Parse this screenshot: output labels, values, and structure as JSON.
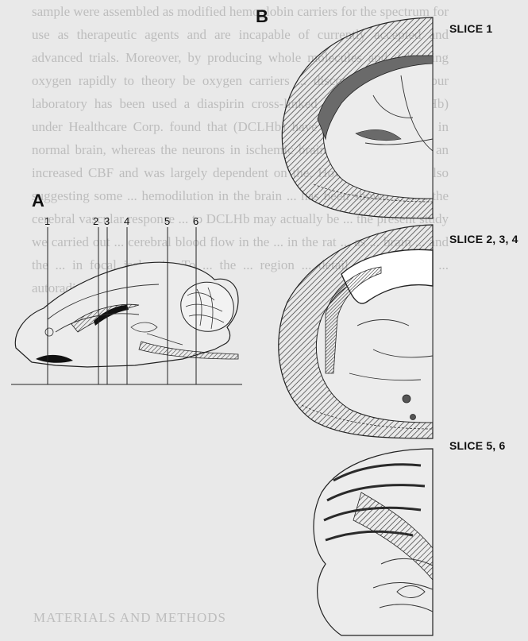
{
  "figure": {
    "panel_a_label": "A",
    "panel_b_label": "B",
    "section_line_numbers": [
      "1",
      "2",
      "3",
      "4",
      "5",
      "6"
    ],
    "slice_labels": [
      "SLICE 1",
      "SLICE 2, 3, 4",
      "SLICE 5, 6"
    ]
  },
  "page_text": {
    "body": "sample were assembled as modified hemoglobin carriers for the spectrum for use as therapeutic agents and are incapable of currently accepted and advanced trials. Moreover, by producing whole molecules and delivering oxygen rapidly to theory be oxygen carriers ... discovery this time our laboratory has been used a diaspirin cross-linked hemoglobin (DCLHb) under Healthcare Corp. found that (DCLHb) have was effect on CBF in normal brain, whereas the neurons in ischemic brain DCLHb results in an increased CBF and was largely dependent on the. However there are also suggesting some ... hemodilution in the brain ... has been shown ... and the cerebral vascular response ... to DCLHb may actually be ... the present study we carried out ... cerebral blood flow in the ... in the rat ... as ... brain ... and the ... in focal ischemia. To ... the ... region ... detail ... of ... with ... autoradiography ... technique in ...",
    "heading": "MATERIALS AND METHODS"
  }
}
